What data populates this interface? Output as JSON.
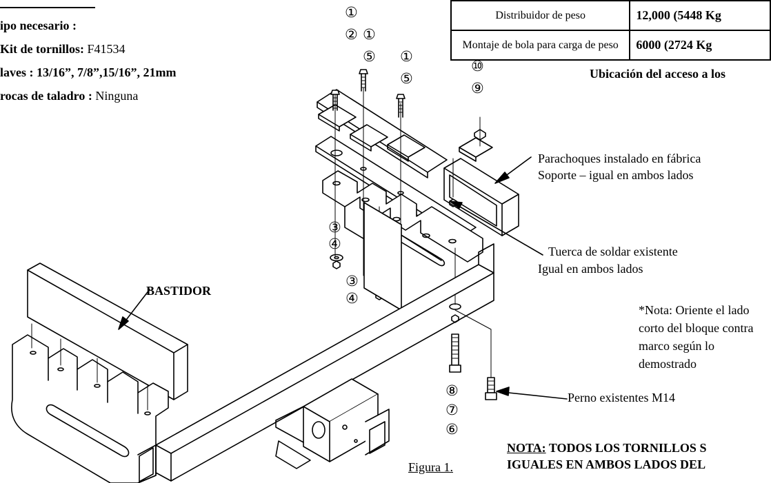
{
  "equipment": {
    "title": "ipo necesario :",
    "kit_label": "Kit de tornillos:",
    "kit_value": " F41534",
    "keys_label": "laves :  13/16”, 7/8”,15/16”,  21mm",
    "drill_label": "rocas de taladro :",
    "drill_value": " Ninguna"
  },
  "spec_table": {
    "rows": [
      {
        "label": "Distribuidor de peso",
        "value": "12,000 (5448 Kg"
      },
      {
        "label": "Montaje de bola para carga de peso",
        "value": "6000 (2724 Kg"
      }
    ]
  },
  "access_heading": "Ubicación del acceso a los",
  "callouts": {
    "bumper_line1": "Parachoques instalado en fábrica",
    "bumper_line2": "Soporte – igual en ambos lados",
    "weld_line1": "Tuerca de soldar existente",
    "weld_line2": "Igual en ambos lados",
    "frame": "BASTIDOR",
    "note_line1": "*Nota: Oriente el lado",
    "note_line2": "corto del bloque contra",
    "note_line3": "marco según lo",
    "note_line4": "demostrado",
    "bolt": "Perno existentes M14"
  },
  "bottom_note": {
    "label": "NOTA:",
    "line1_rest": " TODOS LOS TORNILLOS S",
    "line2": "IGUALES EN AMBOS LADOS DEL"
  },
  "figure_caption": "Figura 1.",
  "part_numbers": {
    "n1a": "①",
    "n2": "②",
    "n1b": "①",
    "n5a": "⑤",
    "n1c": "①",
    "n5b": "⑤",
    "n10": "⑩",
    "n9": "⑨",
    "n3a": "③",
    "n4a": "④",
    "n3b": "③",
    "n4b": "④",
    "n8": "⑧",
    "n7": "⑦",
    "n6": "⑥"
  }
}
